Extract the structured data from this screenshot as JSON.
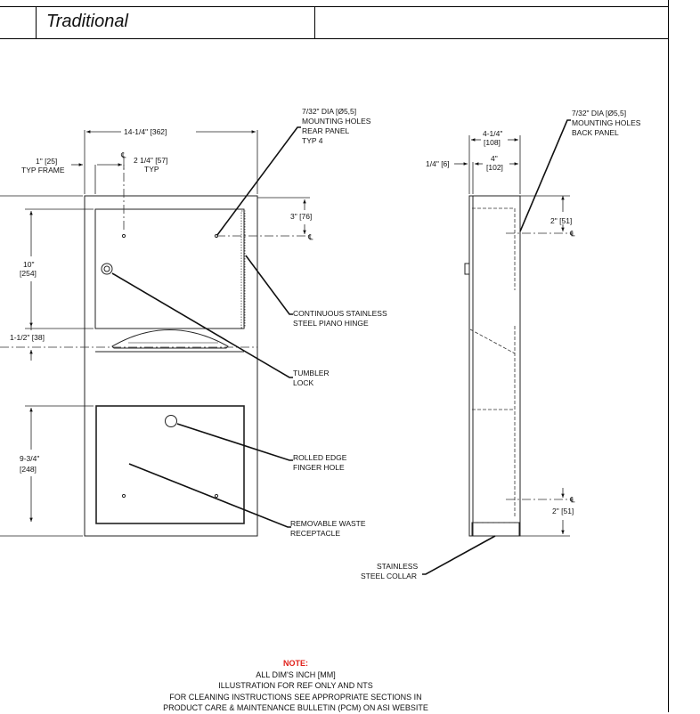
{
  "header": {
    "title": "Traditional"
  },
  "front_view": {
    "width_dim": "14-1/4\" [362]",
    "frame_dim_line1": "1\" [25]",
    "frame_dim_line2": "TYP FRAME",
    "center_dim_line1": "2 1/4\" [57]",
    "center_dim_line2": "TYP",
    "top_offset_dim": "3\" [76]",
    "upper_height_line1": "10\"",
    "upper_height_line2": "[254]",
    "gap_dim": "1-1/2\" [38]",
    "lower_height_line1": "9-3/4\"",
    "lower_height_line2": "[248]",
    "centerline_symbol": "℄"
  },
  "callouts": {
    "mounting_rear": [
      "7/32\" DIA [Ø5,5]",
      "MOUNTING HOLES",
      "REAR PANEL",
      "TYP 4"
    ],
    "piano_hinge": [
      "CONTINUOUS STAINLESS",
      "STEEL PIANO HINGE"
    ],
    "tumbler_lock": [
      "TUMBLER",
      "LOCK"
    ],
    "finger_hole": [
      "ROLLED EDGE",
      "FINGER HOLE"
    ],
    "receptacle": [
      "REMOVABLE WASTE",
      "RECEPTACLE"
    ],
    "collar": [
      "STAINLESS",
      "STEEL COLLAR"
    ],
    "mounting_back": [
      "7/32\" DIA [Ø5,5]",
      "MOUNTING HOLES",
      "BACK PANEL"
    ]
  },
  "side_view": {
    "depth_outer_line1": "4-1/4\"",
    "depth_outer_line2": "[108]",
    "depth_inner_line1": "4\"",
    "depth_inner_line2": "[102]",
    "flange_dim": "1/4\" [6]",
    "top_hole_dim": "2\" [51]",
    "bottom_hole_dim": "2\" [51]"
  },
  "notes": {
    "title": "NOTE:",
    "lines": [
      "ALL DIM'S INCH [MM]",
      "ILLUSTRATION FOR REF ONLY AND NTS",
      "FOR CLEANING INSTRUCTIONS SEE APPROPRIATE SECTIONS IN",
      "PRODUCT CARE & MAINTENANCE BULLETIN (PCM) ON ASI WEBSITE"
    ]
  }
}
